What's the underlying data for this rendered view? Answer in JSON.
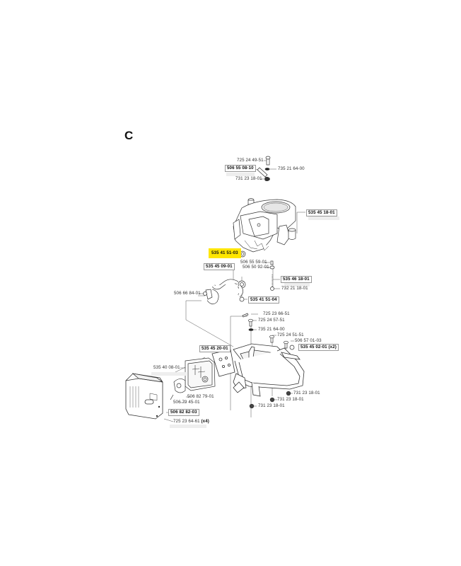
{
  "section": {
    "letter": "C"
  },
  "highlight_color": "#ffe600",
  "parts": {
    "p72524_4951": "725 24 49-51",
    "p50655_0810": "506 55 08-10",
    "p73521_6400_top": "735 21 64-00",
    "p73123_1801_top": "731 23 18-01",
    "p53545_1801": "535 45 18-01",
    "p53541_5103": "535 41 51-03",
    "p50655_5901": "506 55 59-01",
    "p50650_9201": "506 50 92-01",
    "p53545_0901": "535 45 09-01",
    "p53546_1801": "535 46 18-01",
    "p73221_1801": "732 21 18-01",
    "p50666_8401": "506 66 84-01",
    "p53541_5104": "535 41 51-04",
    "p72523_6651": "725 23 66-51",
    "p72524_5751": "725 24 57-51",
    "p73521_6400_mid": "735 21 64-00",
    "p72524_5151": "725 24 51-51",
    "p50657_0103": "506 57 01-03",
    "p53545_0201": "535 45 02-01",
    "p53545_0201_qty": "(x2)",
    "p53545_2001": "535 45 20-01",
    "p53540_0801": "535 40 08-01",
    "p50682_7901": "506 82 79-01",
    "p50679_4501": "506 79 45-01",
    "p50682_8203": "506 82 82-03",
    "p72523_6461": "725 23 64-61",
    "p72523_6461_qty": "(x4)",
    "p73123_1801_a": "731 23 18-01",
    "p73123_1801_b": "731 23 18-01",
    "p73123_1801_c": "731 23 18-01"
  },
  "icons": {
    "engine": "engine-illustration",
    "frame": "engine-mount-frame",
    "muffler": "muffler-shield",
    "hose": "fuel-hose",
    "bolt": "bolt",
    "nut": "nut",
    "washer": "washer"
  }
}
